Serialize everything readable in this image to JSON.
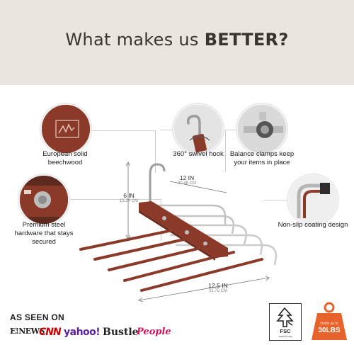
{
  "header": {
    "headline_prefix": "What makes us",
    "headline_bold": "BETTER?"
  },
  "features": [
    {
      "label": "European solid beechwood",
      "icon": "beechwood-logo-icon"
    },
    {
      "label": "360° swivel hook",
      "icon": "swivel-hook-icon"
    },
    {
      "label": "Balance clamps keep your items in place",
      "icon": "clamp-icon"
    },
    {
      "label": "Premium steel hardware that stays secured",
      "icon": "steel-hardware-icon"
    },
    {
      "label": "Non-slip coating design",
      "icon": "non-slip-coating-icon"
    }
  ],
  "dimensions": {
    "height": {
      "imperial": "6 IN",
      "metric": "15.24 CM"
    },
    "width": {
      "imperial": "12 IN",
      "metric": "30.48 CM"
    },
    "length": {
      "imperial": "12.5 IN",
      "metric": "31.75 CM"
    }
  },
  "press": {
    "title": "AS SEEN ON",
    "logos": [
      "E!NEWS",
      "CNN",
      "yahoo!",
      "Bustle",
      "People"
    ]
  },
  "badges": {
    "fsc": {
      "label": "FSC",
      "sub": "www.fsc.org"
    },
    "weight": {
      "line1": "Holds up to",
      "value": "30LBS"
    }
  },
  "colors": {
    "banner": "#ebe6dd",
    "wood": "#8b3a2a",
    "chrome": "#c8c8c8",
    "weight_badge": "#e8632b"
  }
}
